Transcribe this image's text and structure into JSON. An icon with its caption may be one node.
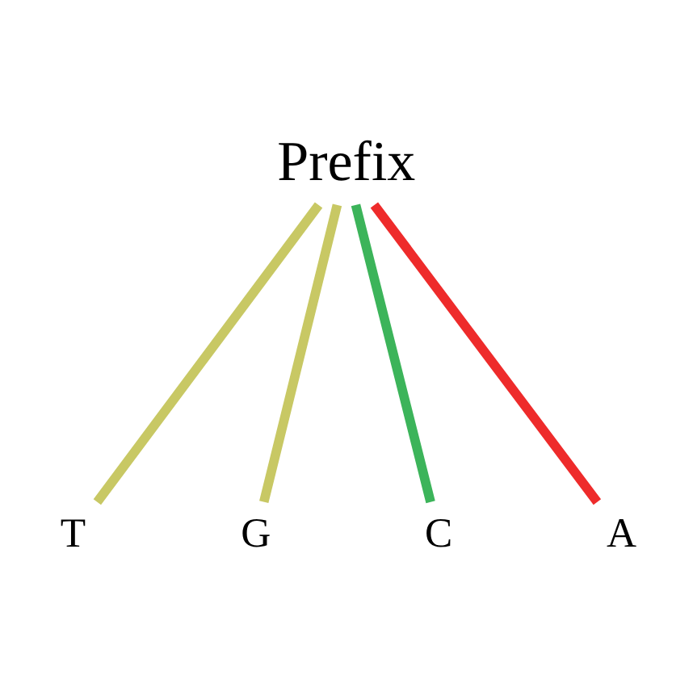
{
  "diagram": {
    "nodes": [
      {
        "text": [
          "Prefix"
        ]
      },
      {
        "text": [
          "T"
        ]
      },
      {
        "text": [
          "G"
        ]
      },
      {
        "text": [
          "C"
        ]
      },
      {
        "text": [
          "A"
        ]
      }
    ],
    "edges": [
      {
        "from": 0,
        "to": 1,
        "arrow": "none"
      },
      {
        "from": 0,
        "to": 2,
        "arrow": "none"
      },
      {
        "from": 0,
        "to": 3,
        "arrow": "none",
        "color": "#3cb45a"
      },
      {
        "from": 0,
        "to": 4,
        "arrow": "none",
        "color": "#ee2b2b"
      }
    ]
  }
}
